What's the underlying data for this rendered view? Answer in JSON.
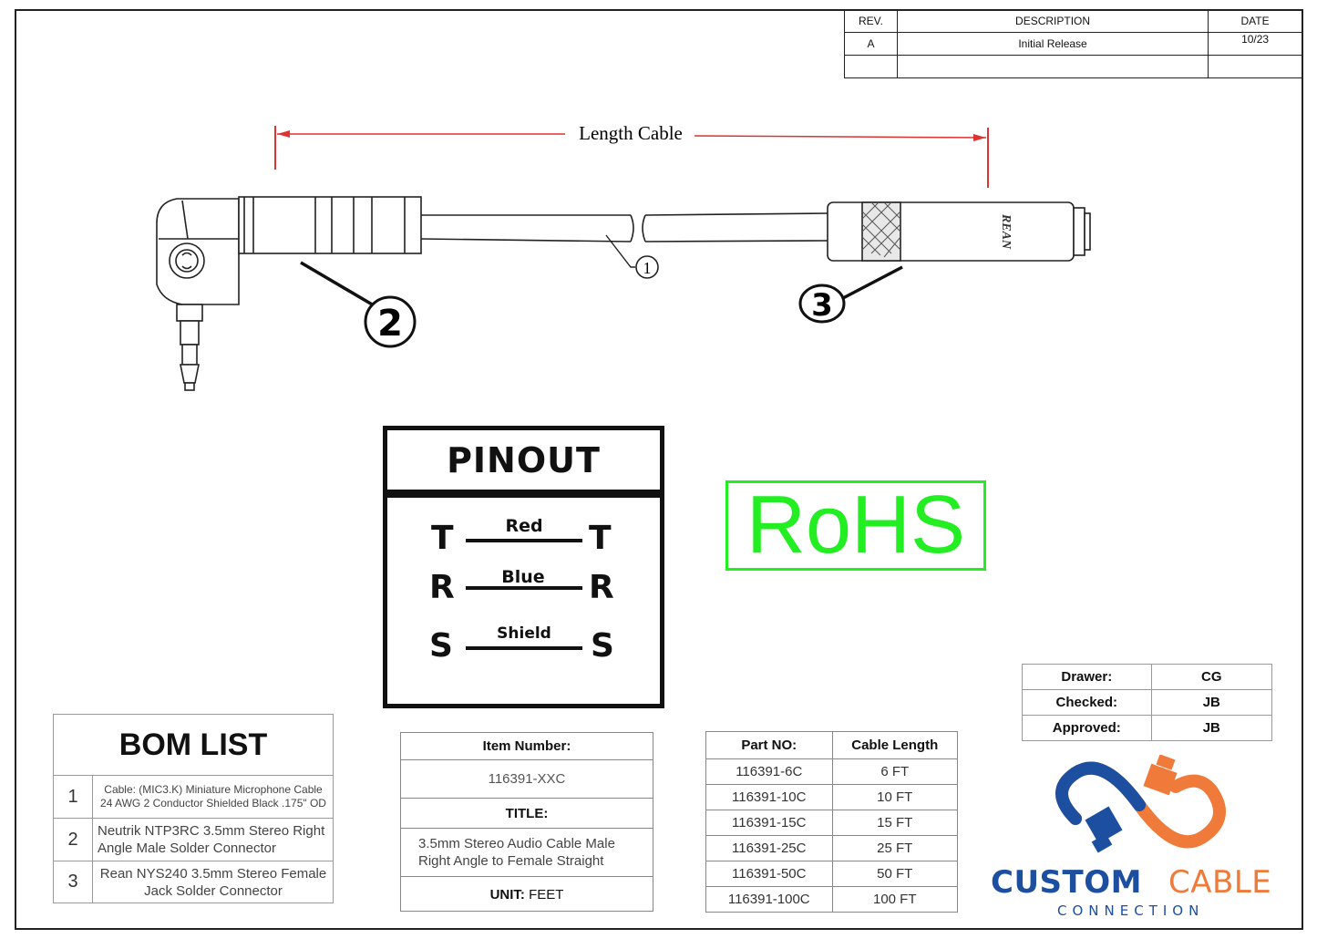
{
  "revision_table": {
    "headers": [
      "REV.",
      "DESCRIPTION",
      "DATE"
    ],
    "rows": [
      [
        "A",
        "Initial Release",
        "10/23"
      ],
      [
        "",
        "",
        ""
      ]
    ]
  },
  "drawing": {
    "dimension_label": "Length Cable",
    "callouts": [
      "1",
      "2",
      "3"
    ],
    "jack_brand": "REAN"
  },
  "pinout": {
    "title": "PINOUT",
    "pins": [
      {
        "left": "T",
        "right": "T",
        "wire": "Red"
      },
      {
        "left": "R",
        "right": "R",
        "wire": "Blue"
      },
      {
        "left": "S",
        "right": "S",
        "wire": "Shield"
      }
    ]
  },
  "rohs": {
    "label": "RoHS",
    "color": "#22ee22"
  },
  "signoff": [
    {
      "label": "Drawer:",
      "value": "CG"
    },
    {
      "label": "Checked:",
      "value": "JB"
    },
    {
      "label": "Approved:",
      "value": "JB"
    }
  ],
  "bom": {
    "title": "BOM LIST",
    "items": [
      {
        "num": "1",
        "desc": "Cable: (MIC3.K) Miniature Microphone Cable 24 AWG 2 Conductor Shielded Black .175\" OD"
      },
      {
        "num": "2",
        "desc": "Neutrik NTP3RC 3.5mm Stereo Right Angle Male Solder Connector"
      },
      {
        "num": "3",
        "desc": "Rean NYS240 3.5mm Stereo Female Jack Solder Connector"
      }
    ]
  },
  "item_block": {
    "item_number_label": "Item Number:",
    "item_number": "116391-XXC",
    "title_label": "TITLE:",
    "title": "3.5mm Stereo Audio Cable Male Right Angle to Female Straight",
    "unit_label": "UNIT:",
    "unit": "FEET"
  },
  "parts": {
    "headers": [
      "Part NO:",
      "Cable Length"
    ],
    "rows": [
      [
        "116391-6C",
        "6 FT"
      ],
      [
        "116391-10C",
        "10 FT"
      ],
      [
        "116391-15C",
        "15 FT"
      ],
      [
        "116391-25C",
        "25 FT"
      ],
      [
        "116391-50C",
        "50 FT"
      ],
      [
        "116391-100C",
        "100 FT"
      ]
    ]
  },
  "logo": {
    "word1": "CUSTOM",
    "word2": "CABLE",
    "word3": "CONNECTION",
    "blue": "#1d4fa1",
    "orange": "#f07a3a"
  }
}
